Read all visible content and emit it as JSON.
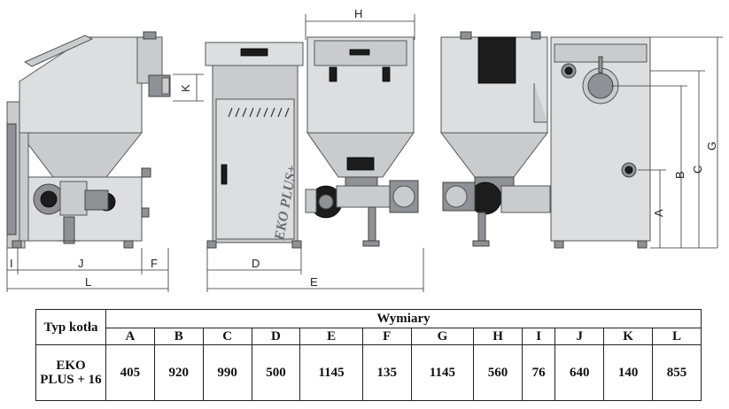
{
  "drawing": {
    "dim_labels": [
      "H",
      "K",
      "I",
      "J",
      "F",
      "L",
      "D",
      "E",
      "A",
      "B",
      "C",
      "G"
    ],
    "panel_text": "EKO PLUS+"
  },
  "table": {
    "type_header": "Typ kotła",
    "dims_header": "Wymiary",
    "columns": [
      "A",
      "B",
      "C",
      "D",
      "E",
      "F",
      "G",
      "H",
      "I",
      "J",
      "K",
      "L"
    ],
    "model": "EKO PLUS + 16",
    "values": [
      "405",
      "920",
      "990",
      "500",
      "1145",
      "135",
      "1145",
      "560",
      "76",
      "640",
      "140",
      "855"
    ]
  }
}
